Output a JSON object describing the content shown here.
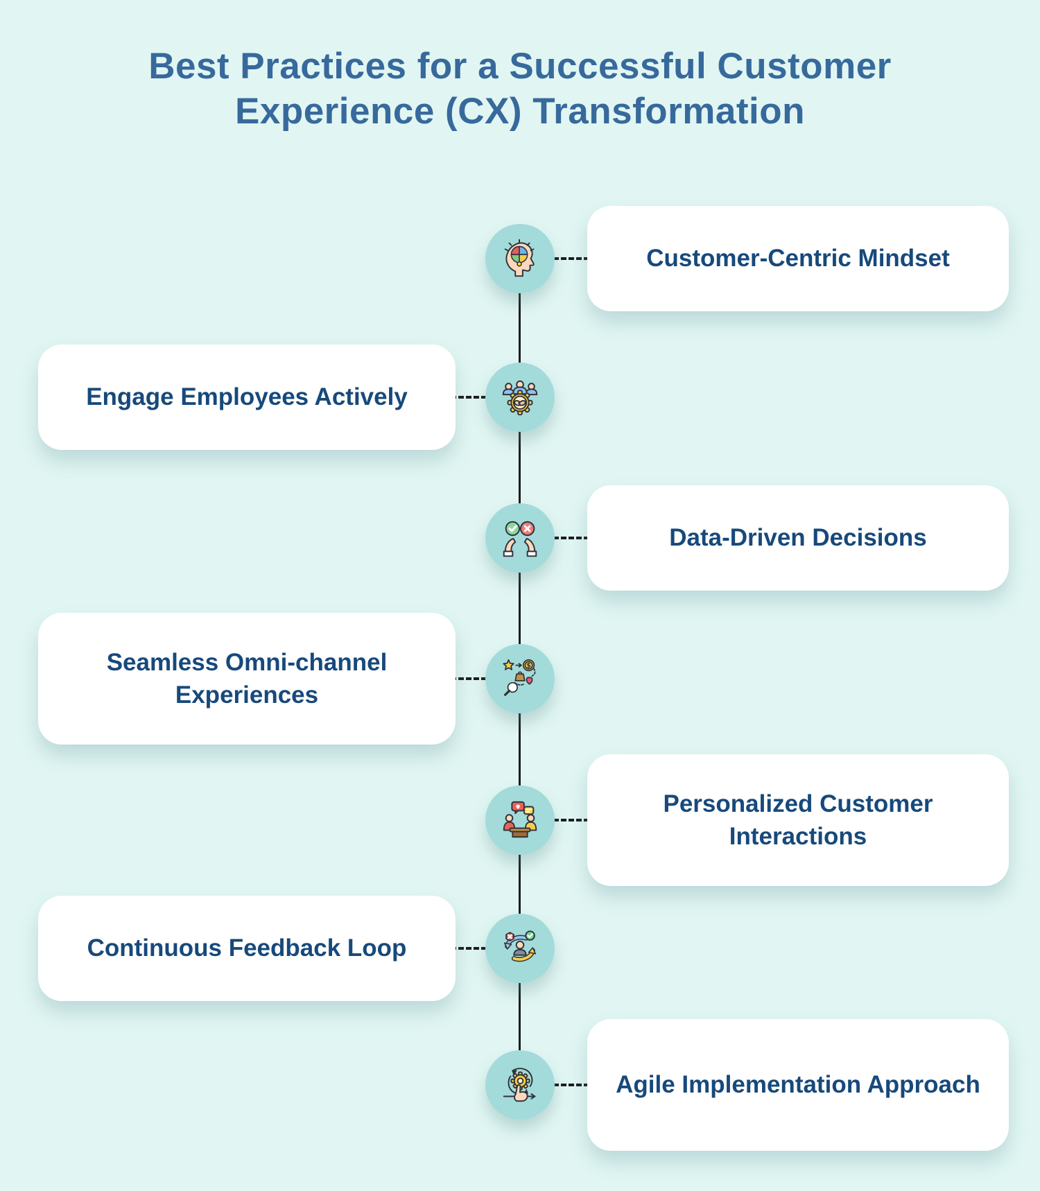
{
  "title": "Best Practices for a Successful Customer Experience (CX) Transformation",
  "colors": {
    "background": "#e1f6f3",
    "bubble": "#a3dbda",
    "card": "#ffffff",
    "title_text": "#37699c",
    "label_text": "#17497b",
    "line": "#1c1c1c"
  },
  "items": [
    {
      "label": "Customer-Centric Mindset",
      "side": "right",
      "icon": "head-puzzle-bulb-icon"
    },
    {
      "label": "Engage Employees Actively",
      "side": "left",
      "icon": "team-gear-handshake-icon"
    },
    {
      "label": "Data-Driven Decisions",
      "side": "right",
      "icon": "hands-check-cross-icon"
    },
    {
      "label": "Seamless Omni-channel Experiences",
      "side": "left",
      "icon": "journey-star-coin-heart-magnifier-icon"
    },
    {
      "label": "Personalized Customer Interactions",
      "side": "right",
      "icon": "people-chat-table-icon"
    },
    {
      "label": "Continuous Feedback Loop",
      "side": "left",
      "icon": "feedback-loop-person-icon"
    },
    {
      "label": "Agile Implementation Approach",
      "side": "right",
      "icon": "hand-gear-cycle-icon"
    }
  ]
}
